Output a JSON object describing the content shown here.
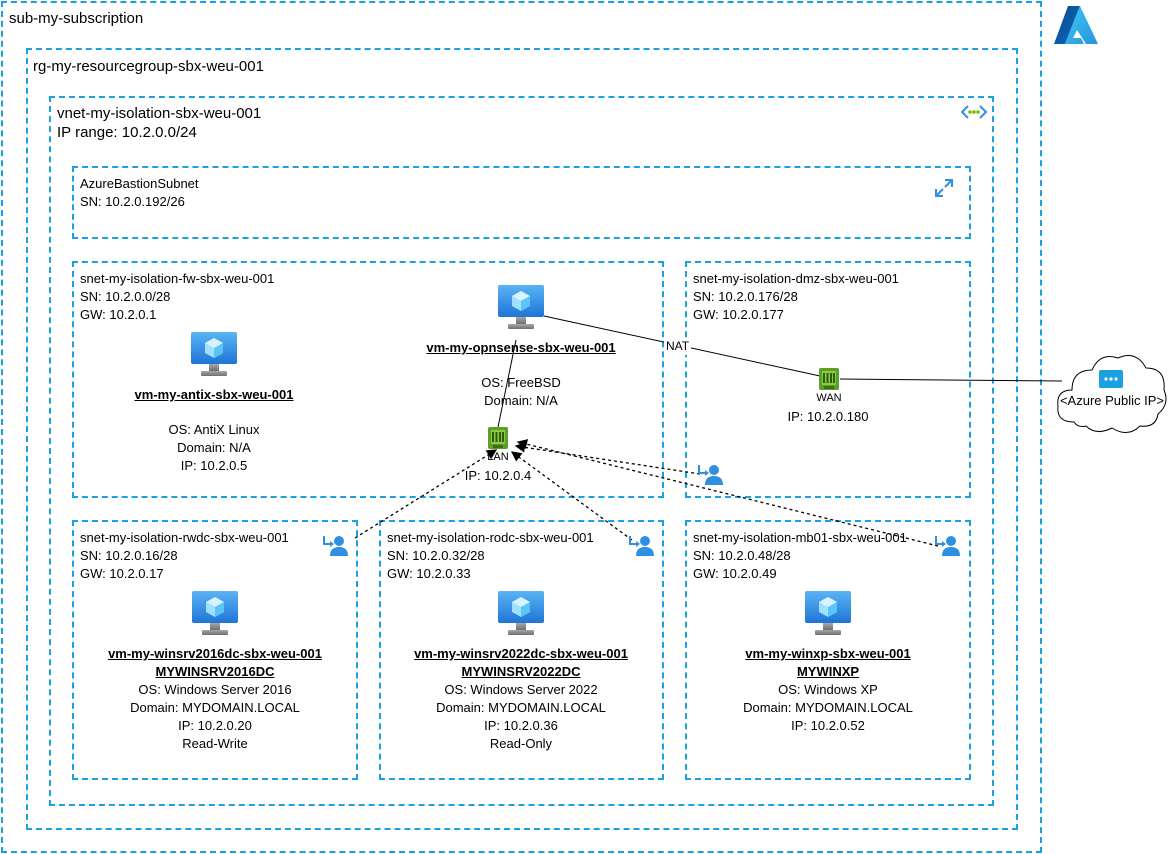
{
  "subscription": {
    "name": "sub-my-subscription"
  },
  "resource_group": {
    "name": "rg-my-resourcegroup-sbx-weu-001"
  },
  "vnet": {
    "name": "vnet-my-isolation-sbx-weu-001",
    "ip_range": "IP range: 10.2.0.0/24"
  },
  "bastion": {
    "name": "AzureBastionSubnet",
    "sn": "SN: 10.2.0.192/26"
  },
  "fw": {
    "name": "snet-my-isolation-fw-sbx-weu-001",
    "sn": "SN: 10.2.0.0/28",
    "gw": "GW: 10.2.0.1"
  },
  "dmz": {
    "name": "snet-my-isolation-dmz-sbx-weu-001",
    "sn": "SN: 10.2.0.176/28",
    "gw": "GW: 10.2.0.177"
  },
  "rwdc": {
    "name": "snet-my-isolation-rwdc-sbx-weu-001",
    "sn": "SN: 10.2.0.16/28",
    "gw": "GW: 10.2.0.17"
  },
  "rodc": {
    "name": "snet-my-isolation-rodc-sbx-weu-001",
    "sn": "SN: 10.2.0.32/28",
    "gw": "GW: 10.2.0.33"
  },
  "mb01": {
    "name": "snet-my-isolation-mb01-sbx-weu-001",
    "sn": "SN: 10.2.0.48/28",
    "gw": "GW: 10.2.0.49"
  },
  "antix": {
    "name": "vm-my-antix-sbx-weu-001",
    "os": "OS: AntiX Linux",
    "domain": "Domain: N/A",
    "ip": "IP: 10.2.0.5"
  },
  "opnsense": {
    "name": "vm-my-opnsense-sbx-weu-001",
    "os": "OS: FreeBSD",
    "domain": "Domain: N/A",
    "lan_label": "LAN",
    "lan_ip": "IP: 10.2.0.4",
    "wan_label": "WAN",
    "wan_ip": "IP: 10.2.0.180",
    "nat_label": "NAT"
  },
  "winsrv2016": {
    "name": "vm-my-winsrv2016dc-sbx-weu-001",
    "host": "MYWINSRV2016DC",
    "os": "OS: Windows Server 2016",
    "domain": "Domain: MYDOMAIN.LOCAL",
    "ip": "IP: 10.2.0.20",
    "role": "Read-Write"
  },
  "winsrv2022": {
    "name": "vm-my-winsrv2022dc-sbx-weu-001",
    "host": "MYWINSRV2022DC",
    "os": "OS: Windows Server 2022",
    "domain": "Domain: MYDOMAIN.LOCAL",
    "ip": "IP: 10.2.0.36",
    "role": "Read-Only"
  },
  "winxp": {
    "name": "vm-my-winxp-sbx-weu-001",
    "host": "MYWINXP",
    "os": "OS: Windows XP",
    "domain": "Domain: MYDOMAIN.LOCAL",
    "ip": "IP: 10.2.0.52"
  },
  "public_ip": {
    "label": "<Azure Public IP>"
  },
  "colors": {
    "dashed_border": "#1ba1e2",
    "vm_blue": "#2f8fe0",
    "nic_green": "#7fba00",
    "line": "#000000"
  },
  "icons": [
    "azure-logo-icon",
    "vnet-icon",
    "bastion-icon",
    "vm-icon",
    "nic-icon",
    "route-table-icon",
    "cloud-icon",
    "public-ip-icon"
  ]
}
